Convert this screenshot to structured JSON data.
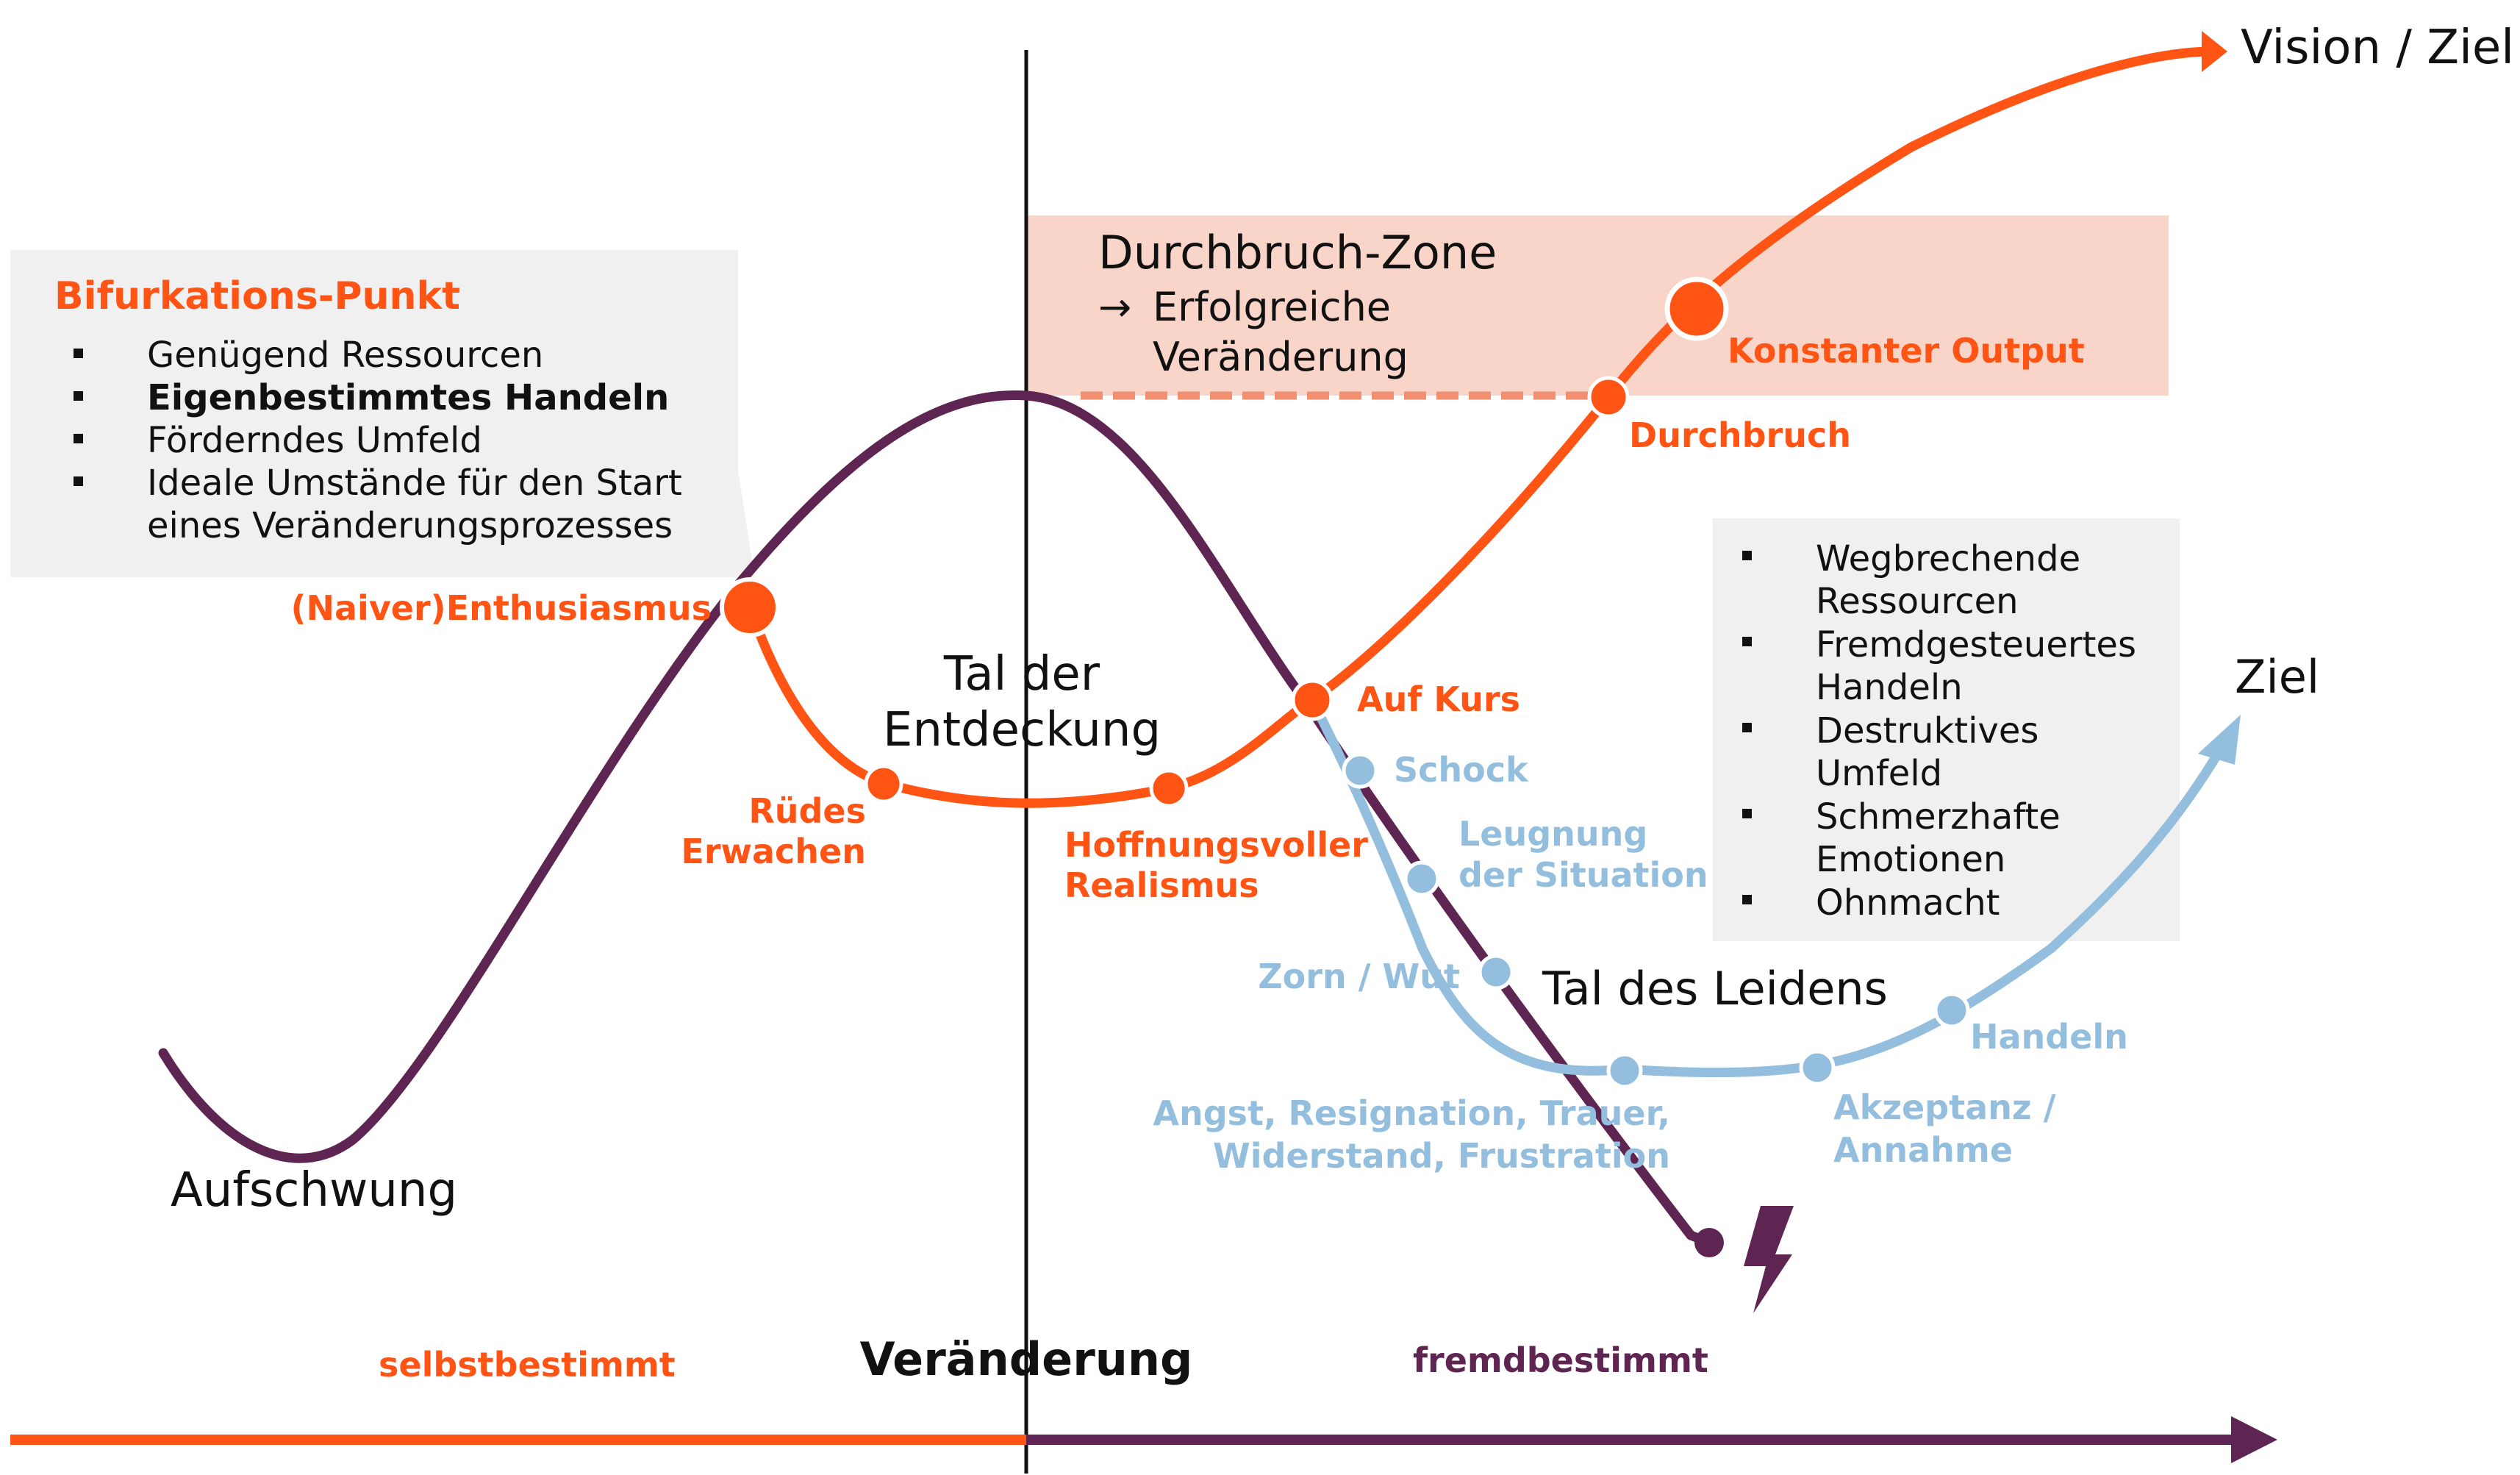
{
  "colors": {
    "orange": "#FF5414",
    "purple": "#5E2452",
    "blue": "#93BEDD",
    "black": "#111111",
    "zone_fill": "#F9D4C8",
    "box_fill": "#F0F0F0"
  },
  "bifurkation": {
    "title": "Bifurkations-Punkt",
    "items": [
      {
        "text": "Genügend Ressourcen",
        "bold": false
      },
      {
        "text": "Eigenbestimmtes Handeln",
        "bold": true
      },
      {
        "text": "Förderndes Umfeld",
        "bold": false
      },
      {
        "text": "Ideale Umstände für den Start",
        "bold": false
      },
      {
        "text": "eines Veränderungsprozesses",
        "bold": false
      }
    ]
  },
  "durchbruch_zone": {
    "title": "Durchbruch-Zone",
    "arrow": "→",
    "line1": "Erfolgreiche",
    "line2": "Veränderung"
  },
  "right_box": {
    "items": [
      [
        "Wegbrechende",
        "Ressourcen"
      ],
      [
        "Fremdgesteuertes",
        "Handeln"
      ],
      [
        "Destruktives",
        "Umfeld"
      ],
      [
        "Schmerzhafte",
        "Emotionen"
      ],
      [
        "Ohnmacht"
      ]
    ]
  },
  "labels": {
    "vision_ziel": "Vision / Ziel",
    "ziel": "Ziel",
    "aufschwung": "Aufschwung",
    "tal_entdeckung_1": "Tal der",
    "tal_entdeckung_2": "Entdeckung",
    "tal_leidens": "Tal des Leidens",
    "enthusiasmus": "(Naiver)Enthusiasmus",
    "ruedes_1": "Rüdes",
    "ruedes_2": "Erwachen",
    "hoffnung_1": "Hoffnungsvoller",
    "hoffnung_2": "Realismus",
    "auf_kurs": "Auf Kurs",
    "durchbruch": "Durchbruch",
    "konstanter": "Konstanter Output",
    "schock": "Schock",
    "leugnung_1": "Leugnung",
    "leugnung_2": "der Situation",
    "zorn": "Zorn / Wut",
    "angst_1": "Angst, Resignation, Trauer,",
    "angst_2": "Widerstand, Frustration",
    "akzeptanz_1": "Akzeptanz /",
    "akzeptanz_2": "Annahme",
    "handeln": "Handeln",
    "selbstbestimmt": "selbstbestimmt",
    "veraenderung": "Veränderung",
    "fremdbestimmt": "fremdbestimmt"
  }
}
